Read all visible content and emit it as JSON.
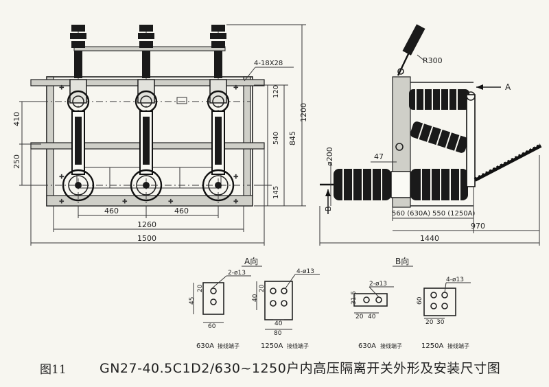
{
  "front_view": {
    "dims": {
      "slot": "4-18X28",
      "d410": "410",
      "d250": "250",
      "d120": "120",
      "d540": "540",
      "d845": "845",
      "d1200": "1200",
      "d145": "145",
      "d460a": "460",
      "d460b": "460",
      "d1260": "1260",
      "d1500": "1500"
    }
  },
  "side_view": {
    "dims": {
      "r300": "R300",
      "view_a": "A",
      "d200": "ø200",
      "d47": "47",
      "view_b": "B",
      "d560": "560 (630A)",
      "d550": "550 (1250A)",
      "d970": "970",
      "d1440": "1440"
    }
  },
  "detail_a": {
    "title": "A向",
    "d630": {
      "holes": "2-ø13",
      "d45": "45",
      "d20": "20",
      "d60": "60",
      "label": "630A",
      "note": "接线端子"
    },
    "d1250": {
      "holes": "4-ø13",
      "d40": "40",
      "d20": "20",
      "w40": "40",
      "w80": "80",
      "label": "1250A",
      "note": "接线端子"
    }
  },
  "detail_b": {
    "title": "B向",
    "d630": {
      "holes": "2-ø13",
      "d315": "31.5",
      "w20": "20",
      "w40": "40",
      "label": "630A",
      "note": "接线端子"
    },
    "d1250": {
      "holes": "4-ø13",
      "d60": "60",
      "w20": "20",
      "w30": "30",
      "label": "1250A",
      "note": "接线端子"
    }
  },
  "caption": {
    "figure": "图11",
    "title": "GN27-40.5C1D2/630~1250户内高压隔离开关外形及安装尺寸图"
  }
}
